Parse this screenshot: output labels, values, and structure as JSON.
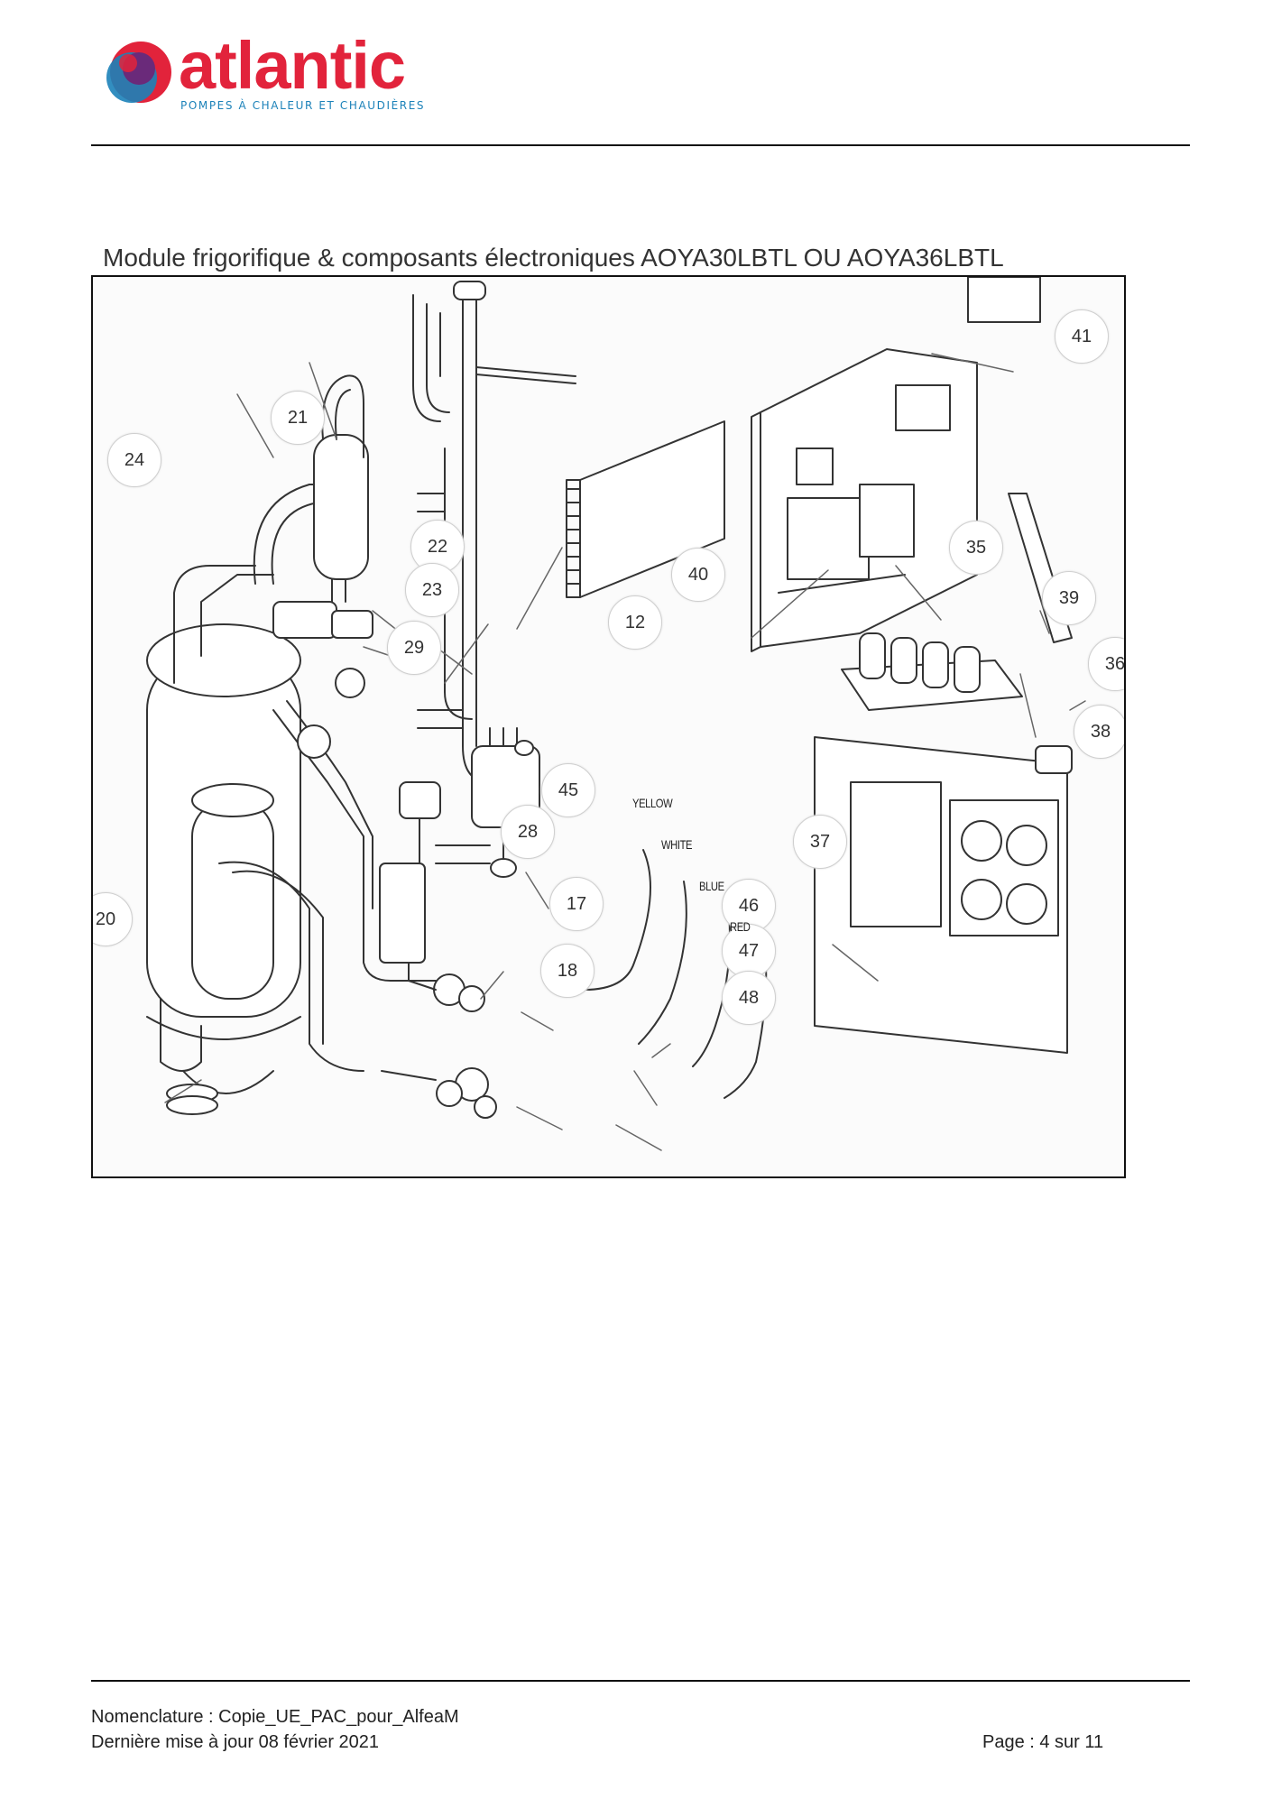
{
  "brand": {
    "name": "atlantic",
    "tagline": "POMPES À CHALEUR ET CHAUDIÈRES",
    "colors": {
      "red": "#e2233b",
      "blue": "#1c82b9",
      "purple": "#6a2a7a"
    }
  },
  "section_title": "Module frigorifique & composants électroniques AOYA30LBTL OU AOYA36LBTL",
  "diagram": {
    "part_labels": [
      "41",
      "21",
      "24",
      "22",
      "35",
      "40",
      "23",
      "39",
      "12",
      "29",
      "36",
      "38",
      "45",
      "28",
      "37",
      "17",
      "46",
      "20",
      "47",
      "18",
      "48"
    ],
    "wire_tags": [
      "YELLOW",
      "WHITE",
      "BLUE",
      "RED"
    ]
  },
  "footer": {
    "nomenclature": "Nomenclature : Copie_UE_PAC_pour_AlfeaM",
    "updated": "Dernière mise à jour 08 février 2021",
    "page": "Page : 4 sur 11"
  }
}
